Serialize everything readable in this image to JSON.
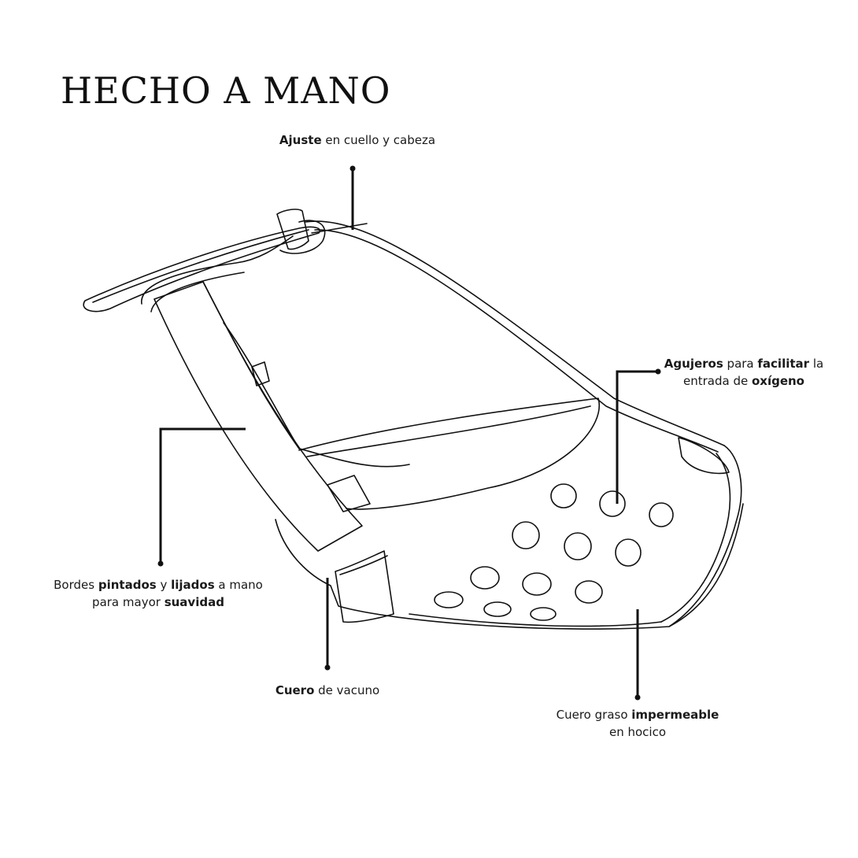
{
  "title": "HECHO A MANO",
  "callouts": {
    "ajuste": {
      "line1": [
        {
          "text": "Ajuste",
          "bold": true
        },
        {
          "text": " en cuello y cabeza",
          "bold": false
        }
      ]
    },
    "agujeros": {
      "line1": [
        {
          "text": "Agujeros",
          "bold": true
        },
        {
          "text": " para ",
          "bold": false
        },
        {
          "text": "facilitar",
          "bold": true
        },
        {
          "text": " la",
          "bold": false
        }
      ],
      "line2": [
        {
          "text": "entrada de ",
          "bold": false
        },
        {
          "text": "oxígeno",
          "bold": true
        }
      ]
    },
    "bordes": {
      "line1": [
        {
          "text": "Bordes ",
          "bold": false
        },
        {
          "text": "pintados",
          "bold": true
        },
        {
          "text": " y ",
          "bold": false
        },
        {
          "text": "lijados",
          "bold": true
        },
        {
          "text": " a mano",
          "bold": false
        }
      ],
      "line2": [
        {
          "text": "para mayor ",
          "bold": false
        },
        {
          "text": "suavidad",
          "bold": true
        }
      ]
    },
    "cuero": {
      "line1": [
        {
          "text": "Cuero",
          "bold": true
        },
        {
          "text": " de vacuno",
          "bold": false
        }
      ]
    },
    "impermeable": {
      "line1": [
        {
          "text": "Cuero graso ",
          "bold": false
        },
        {
          "text": "impermeable",
          "bold": true
        }
      ],
      "line2": [
        {
          "text": "en hocico",
          "bold": false
        }
      ]
    }
  },
  "colors": {
    "ink": "#111111",
    "background": "#ffffff"
  }
}
